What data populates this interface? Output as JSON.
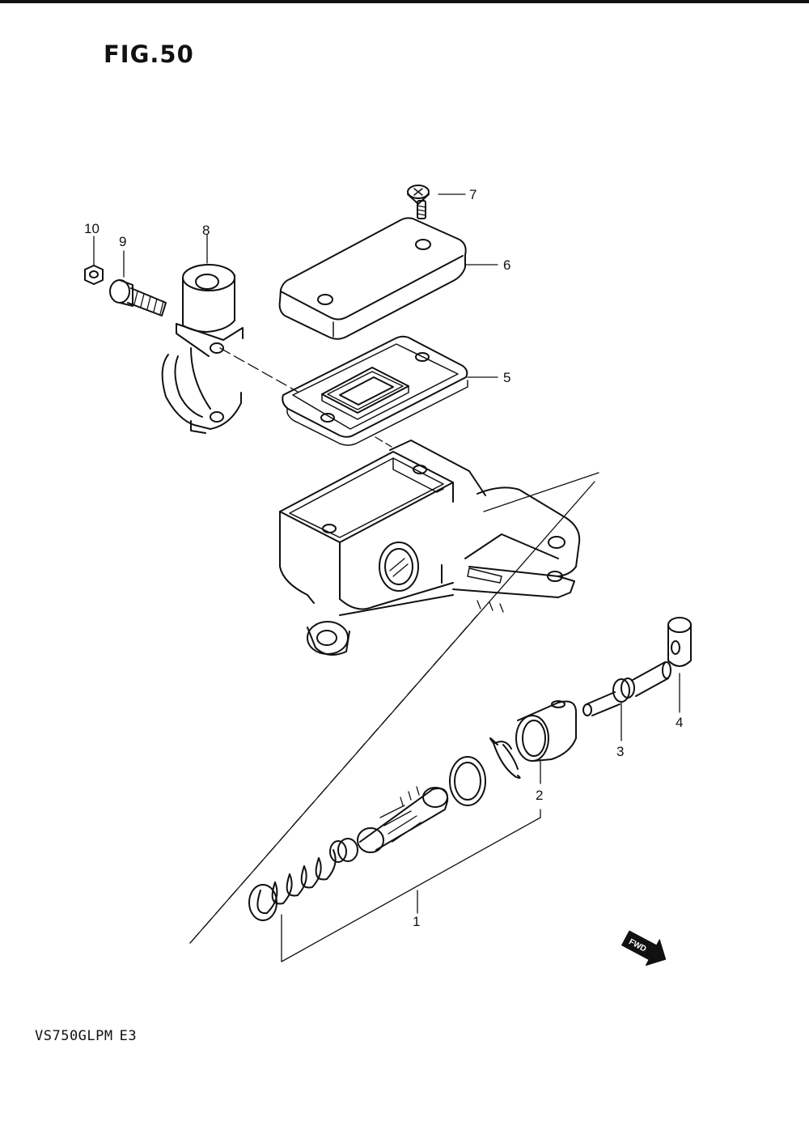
{
  "figure": {
    "title": "FIG.50",
    "model_code": "VS750GLPM",
    "region_code": "E3",
    "direction_marker": "FWD"
  },
  "callouts": [
    {
      "number": "1",
      "part": "piston-set"
    },
    {
      "number": "2",
      "part": "boot"
    },
    {
      "number": "3",
      "part": "push-rod"
    },
    {
      "number": "4",
      "part": "joint"
    },
    {
      "number": "5",
      "part": "diaphragm"
    },
    {
      "number": "6",
      "part": "reservoir-cap"
    },
    {
      "number": "7",
      "part": "screw"
    },
    {
      "number": "8",
      "part": "holder"
    },
    {
      "number": "9",
      "part": "bolt"
    },
    {
      "number": "10",
      "part": "washer-nut"
    }
  ]
}
